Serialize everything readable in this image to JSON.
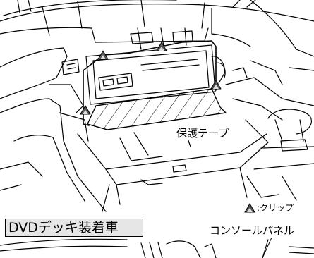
{
  "labels": {
    "protective_tape": "保護テープ",
    "clip_legend": ":クリップ",
    "model_variant": "DVDデッキ装着車",
    "part_name": "コンソールパネル"
  },
  "icons": {
    "clip_marker": "triangle-clip-icon"
  },
  "colors": {
    "line": "#000000",
    "background": "#ffffff",
    "label_box_fill": "#e6e6e6"
  }
}
